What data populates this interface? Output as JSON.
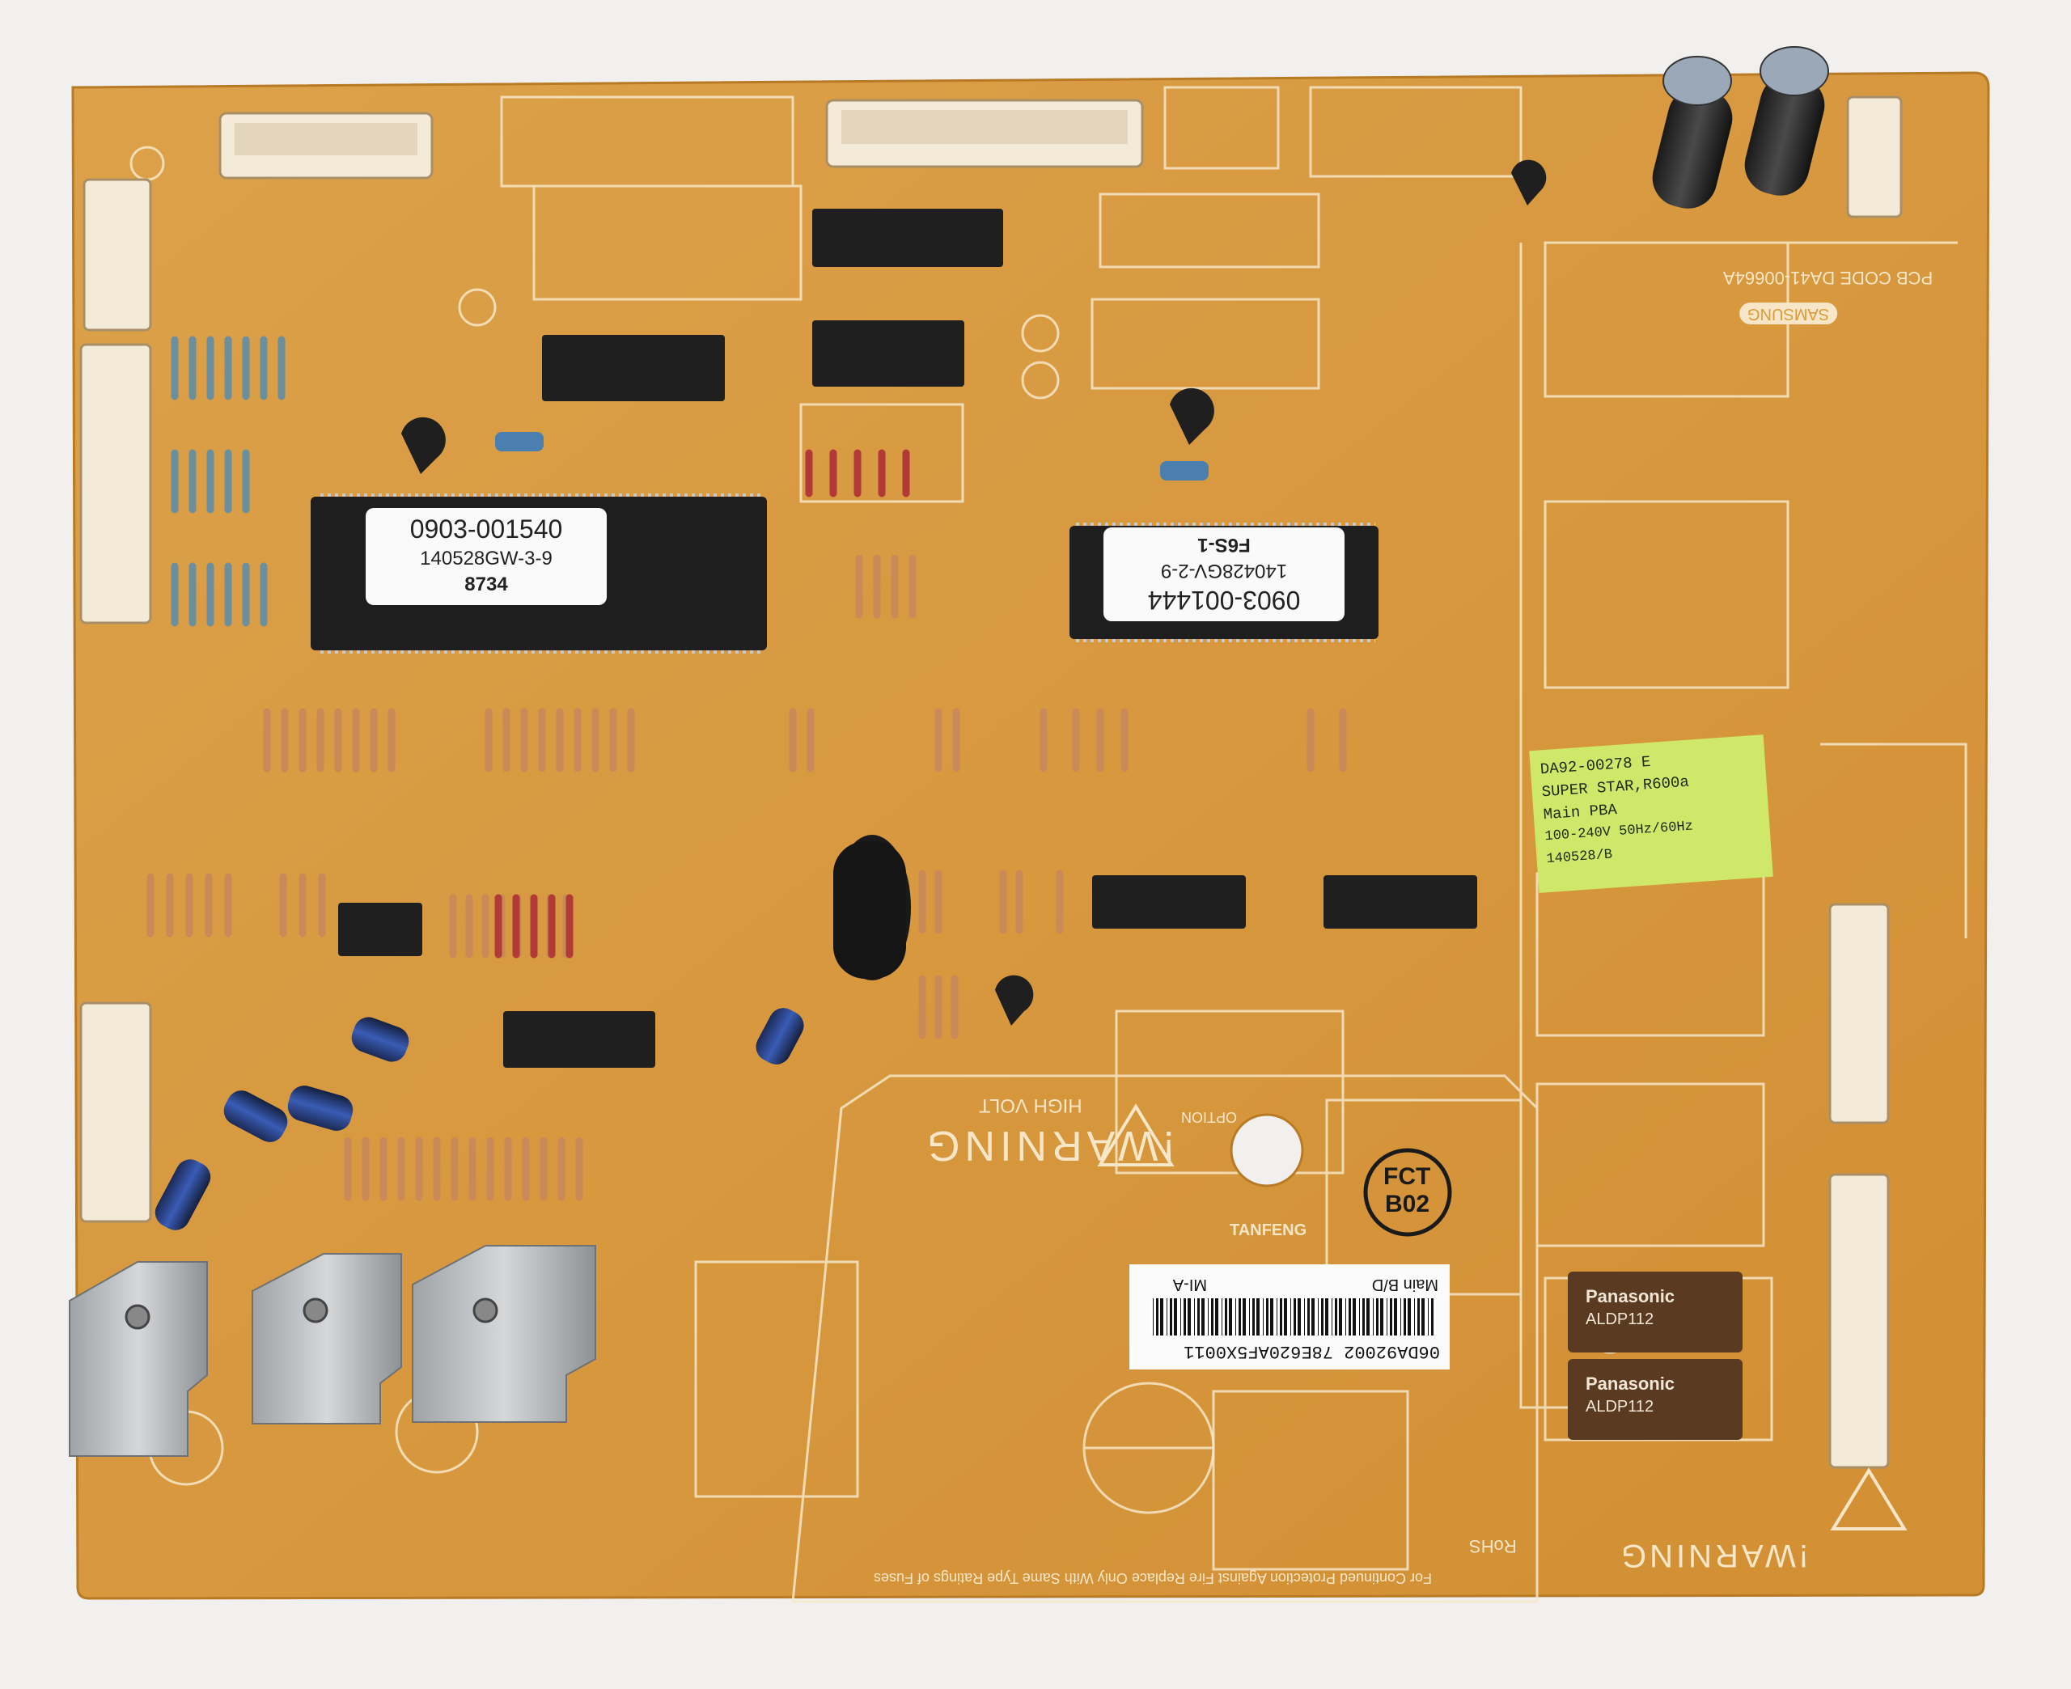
{
  "photo": {
    "subject": "Samsung refrigerator main PCB",
    "colors": {
      "background": "#f1f0ee",
      "pcb": "#d99a3a",
      "silkscreen": "#f7e7c8",
      "chip": "#1e1e1e",
      "heatsink": "#b9bcbf",
      "relay": "#5a3b22",
      "connector": "#f3ead8"
    }
  },
  "chips": {
    "left": {
      "line1": "0903-001540",
      "line2": "140528GW-3-9",
      "line3": "8734"
    },
    "right": {
      "line1": "0903-001444",
      "line2": "140428GV-2-9",
      "line3": "F6S-1"
    }
  },
  "sticker": {
    "line1": "DA92-00278 E",
    "line2": "SUPER STAR,R600a",
    "line3": "Main PBA",
    "line4": "100-240V 50Hz/60Hz 140528/B"
  },
  "barcode": {
    "code": "06DA92002 78E620AF5X0011",
    "line1": "Main B/D",
    "line2": "MI-A"
  },
  "silkscreen": {
    "warning_bottom": "!WARNING",
    "warning_middle": "!WARNING",
    "high_volt": "HIGH VOLT",
    "fuse_notice": "For Continued Protection Against Fire Replace Only With Same Type Ratings of Fuses",
    "brand": "SAMSUNG",
    "pcb_code": "PCB CODE DA41-00664A",
    "fct": "FCT",
    "b02": "B02",
    "tanfeng": "TANFENG",
    "option": "OPTION",
    "rohs": "RoHS"
  },
  "relays": {
    "brand": "Panasonic",
    "model": "ALDP112"
  }
}
